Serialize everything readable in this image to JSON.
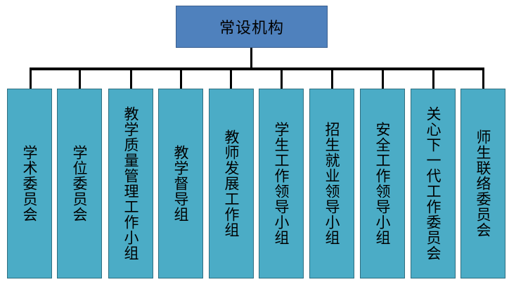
{
  "root": {
    "label": "常设机构"
  },
  "children": [
    {
      "label": "学术委员会"
    },
    {
      "label": "学位委员会"
    },
    {
      "label": "教学质量管理工作小组"
    },
    {
      "label": "教学督导组"
    },
    {
      "label": "教师发展工作组"
    },
    {
      "label": "学生工作领导小组"
    },
    {
      "label": "招生就业领导小组"
    },
    {
      "label": "安全工作领导小组"
    },
    {
      "label": "关心下一代工作委员会"
    },
    {
      "label": "师生联络委员会"
    }
  ],
  "colors": {
    "root_fill": "#4f81bd",
    "child_fill": "#4bacc6",
    "connector": "#000000"
  }
}
